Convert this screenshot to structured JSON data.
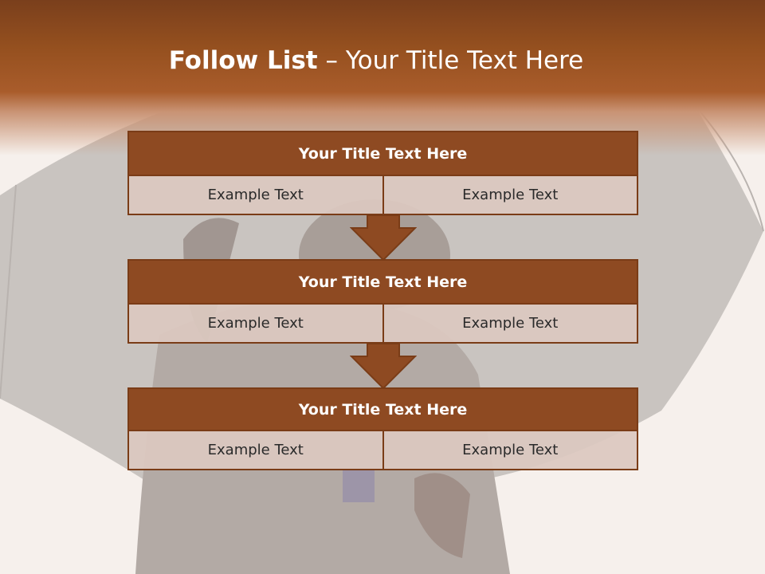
{
  "title": {
    "bold": "Follow List",
    "rest": "  – Your Title Text Here"
  },
  "blocks": [
    {
      "header": "Your Title Text Here",
      "left": "Example Text",
      "right": "Example Text"
    },
    {
      "header": "Your Title Text Here",
      "left": "Example Text",
      "right": "Example Text"
    },
    {
      "header": "Your Title Text Here",
      "left": "Example Text",
      "right": "Example Text"
    }
  ],
  "colors": {
    "header_bg": "#8e4a22",
    "border": "#7a3c17",
    "cell_bg": "#dcc8c0",
    "title_band": "#9c5226"
  }
}
